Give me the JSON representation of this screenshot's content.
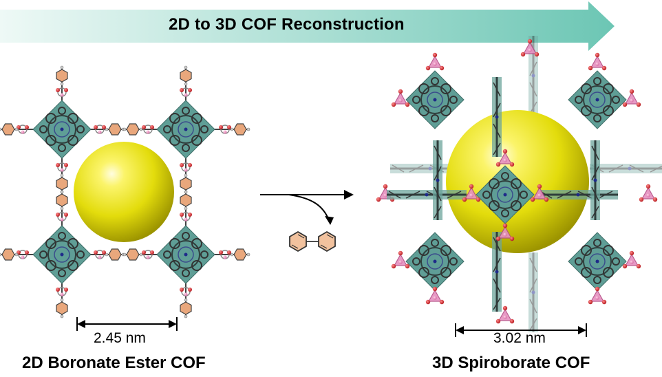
{
  "banner": {
    "title": "2D to 3D COF Reconstruction"
  },
  "left_structure": {
    "dimension": "2.45 nm",
    "caption": "2D Boronate Ester COF"
  },
  "right_structure": {
    "dimension": "3.02 nm",
    "caption": "3D Spiroborate COF"
  },
  "colors": {
    "banner_start": "#e9f7f4",
    "banner_end": "#6ec8b6",
    "node_teal": "#5f9e96",
    "sphere_yellow": "#e6e20a",
    "benzene_orange": "#e9a77c",
    "oxygen_red": "#d0252a",
    "boron_pink": "#e07bb0",
    "carbon_gray": "#555555"
  },
  "icons": [
    "reaction-arrow-icon",
    "biphenyl-icon",
    "double-arrow-icon"
  ]
}
